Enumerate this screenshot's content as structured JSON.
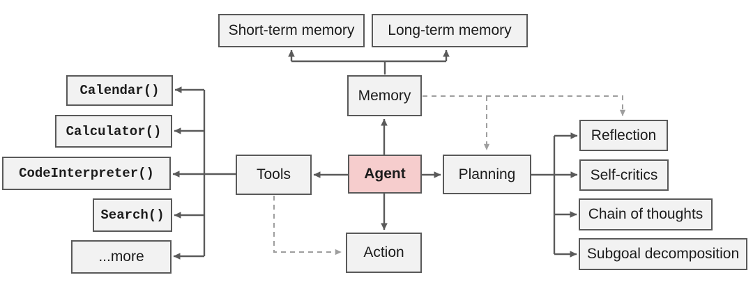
{
  "diagram": {
    "title_implicit": "LLM agent overview",
    "nodes": {
      "agent": {
        "label": "Agent"
      },
      "memory": {
        "label": "Memory"
      },
      "tools": {
        "label": "Tools"
      },
      "planning": {
        "label": "Planning"
      },
      "action": {
        "label": "Action"
      },
      "short_term_memory": {
        "label": "Short-term memory"
      },
      "long_term_memory": {
        "label": "Long-term memory"
      },
      "calendar": {
        "label": "Calendar()"
      },
      "calculator": {
        "label": "Calculator()"
      },
      "code_interpreter": {
        "label": "CodeInterpreter()"
      },
      "search": {
        "label": "Search()"
      },
      "more": {
        "label": "...more"
      },
      "reflection": {
        "label": "Reflection"
      },
      "self_critics": {
        "label": "Self-critics"
      },
      "chain_of_thoughts": {
        "label": "Chain of thoughts"
      },
      "subgoal_decomposition": {
        "label": "Subgoal decomposition"
      }
    },
    "edges": [
      {
        "from": "memory",
        "to": "short_term_memory",
        "style": "solid"
      },
      {
        "from": "memory",
        "to": "long_term_memory",
        "style": "solid"
      },
      {
        "from": "agent",
        "to": "memory",
        "style": "solid"
      },
      {
        "from": "agent",
        "to": "tools",
        "style": "solid"
      },
      {
        "from": "agent",
        "to": "planning",
        "style": "solid"
      },
      {
        "from": "agent",
        "to": "action",
        "style": "solid"
      },
      {
        "from": "tools",
        "to": "calendar",
        "style": "solid"
      },
      {
        "from": "tools",
        "to": "calculator",
        "style": "solid"
      },
      {
        "from": "tools",
        "to": "code_interpreter",
        "style": "solid"
      },
      {
        "from": "tools",
        "to": "search",
        "style": "solid"
      },
      {
        "from": "tools",
        "to": "more",
        "style": "solid"
      },
      {
        "from": "planning",
        "to": "reflection",
        "style": "solid"
      },
      {
        "from": "planning",
        "to": "self_critics",
        "style": "solid"
      },
      {
        "from": "planning",
        "to": "chain_of_thoughts",
        "style": "solid"
      },
      {
        "from": "planning",
        "to": "subgoal_decomposition",
        "style": "solid"
      },
      {
        "from": "memory",
        "to": "planning",
        "style": "dashed"
      },
      {
        "from": "memory",
        "to": "reflection",
        "style": "dashed"
      },
      {
        "from": "tools",
        "to": "action",
        "style": "dashed"
      }
    ]
  },
  "colors": {
    "node_fill": "#f2f2f2",
    "node_border": "#595959",
    "agent_fill": "#f6cdcd",
    "solid_line": "#5a5a5a",
    "dashed_line": "#9e9e9e"
  }
}
